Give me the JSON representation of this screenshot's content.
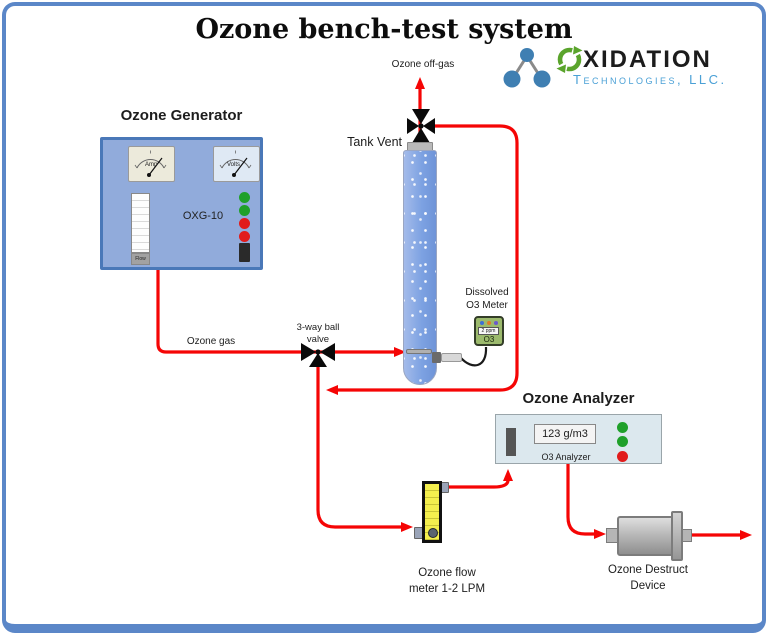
{
  "title": "Ozone bench-test system",
  "logo": {
    "brand": "XIDATION",
    "subtitle": "Technologies, LLC."
  },
  "labels": {
    "off_gas": "Ozone off-gas",
    "tank_vent": "Tank Vent",
    "valve_line1": "3-way ball",
    "valve_line2": "valve",
    "ozone_gas": "Ozone gas"
  },
  "generator": {
    "title": "Ozone Generator",
    "model": "OXG-10",
    "amp_label": "Amp",
    "volts_label": "Volts",
    "flow_label": "Flow"
  },
  "dissolved_meter": {
    "label_line1": "Dissolved",
    "label_line2": "O3 Meter",
    "reading": "2 ppm",
    "gas": "O3"
  },
  "analyzer": {
    "title": "Ozone Analyzer",
    "reading": "123 g/m3",
    "caption": "O3 Analyzer"
  },
  "flow_meter": {
    "label_line1": "Ozone flow",
    "label_line2": "meter 1-2 LPM"
  },
  "destruct": {
    "label_line1": "Ozone Destruct",
    "label_line2": "Device"
  },
  "colors": {
    "pipe_red": "#f50505",
    "frame_blue": "#5b87c8",
    "generator_blue": "#91abdb",
    "tank_blue": "#7da2e2",
    "meter_green": "#9cba6d",
    "led_green": "#1fa02a",
    "led_red": "#e11b1b",
    "logo_green": "#5aa42c",
    "logo_blue": "#4aa0d6"
  }
}
